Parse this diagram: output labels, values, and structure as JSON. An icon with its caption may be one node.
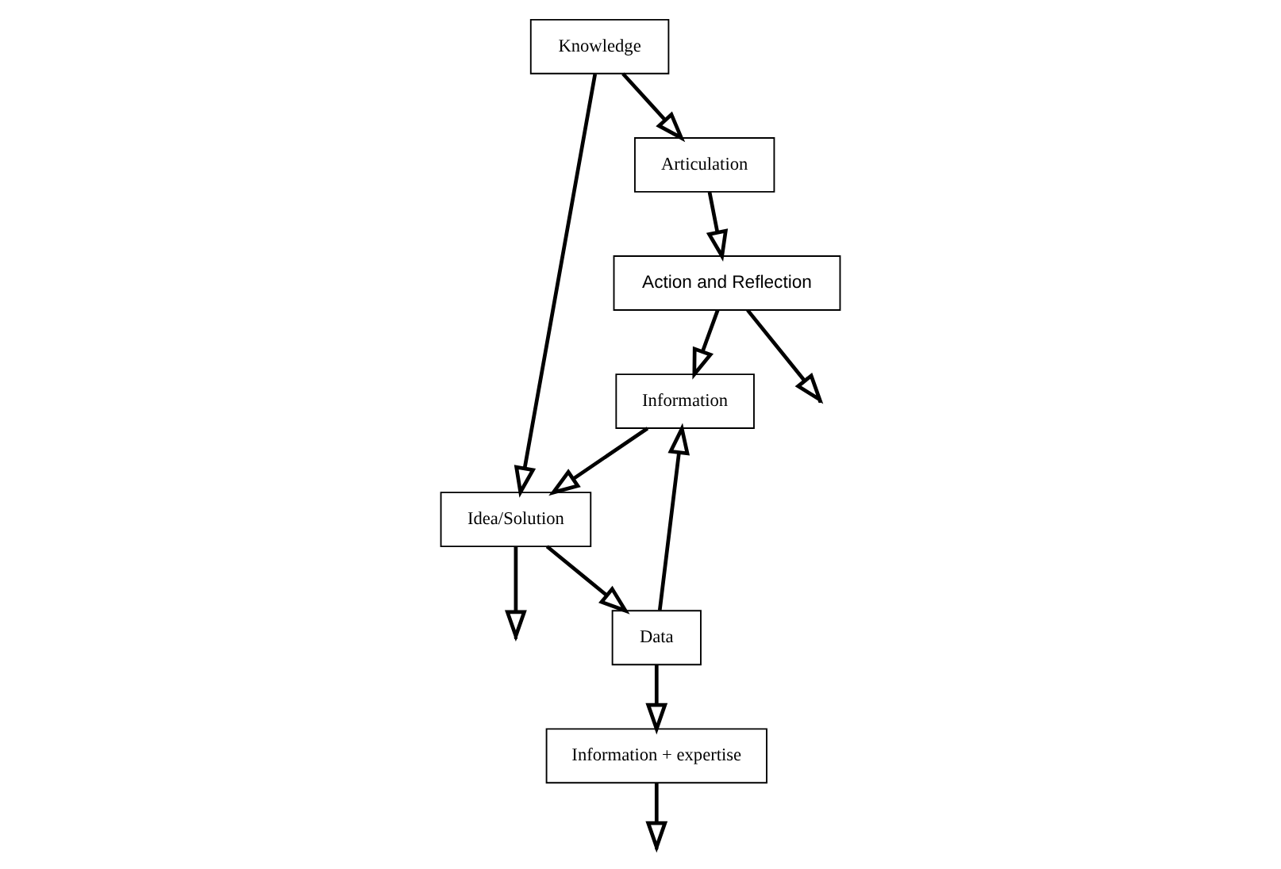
{
  "diagram": {
    "nodes": [
      {
        "text": [
          "Information"
        ]
      },
      {
        "text": [
          "Idea/Solution"
        ]
      },
      {
        "text": [
          "Data"
        ]
      },
      {
        "text": [
          "Action and Reflection"
        ]
      },
      {
        "text": [
          "Information + expertise"
        ]
      },
      {
        "text": [
          "Articulation"
        ]
      },
      {
        "text": [
          "Knowledge"
        ]
      }
    ],
    "edges": [
      {
        "from": 0,
        "to": 1,
        "arrow": "to"
      },
      {
        "from": 1,
        "to": 2,
        "arrow": "to"
      },
      {
        "from": 2,
        "to": 4,
        "arrow": "to"
      },
      {
        "from": 4,
        "to": null,
        "arrow": "to"
      },
      {
        "from": 6,
        "to": 1,
        "arrow": "to"
      },
      {
        "from": 6,
        "to": 5,
        "arrow": "to"
      },
      {
        "from": 5,
        "to": 3,
        "arrow": "to"
      },
      {
        "from": 3,
        "to": 0,
        "arrow": "to"
      },
      {
        "from": 2,
        "to": 0,
        "arrow": "to"
      },
      {
        "from": 3,
        "to": null,
        "arrow": "to"
      },
      {
        "from": 1,
        "to": null,
        "arrow": "to"
      }
    ]
  }
}
